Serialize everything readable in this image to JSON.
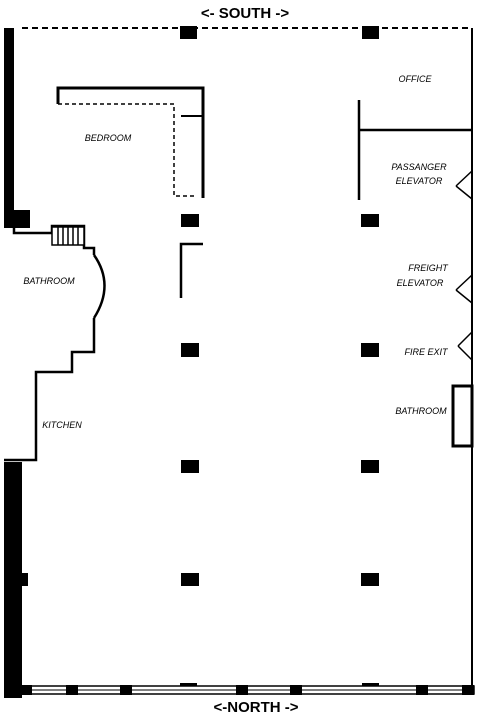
{
  "directions": {
    "south": "<- SOUTH ->",
    "north": "<-NORTH ->"
  },
  "rooms": {
    "office": "OFFICE",
    "bedroom": "BEDROOM",
    "passenger_elevator_line1": "PASSANGER",
    "passenger_elevator_line2": "ELEVATOR",
    "bathroom_west": "BATHROOM",
    "freight_elevator_line1": "FREIGHT",
    "freight_elevator_line2": "ELEVATOR",
    "fire_exit": "FIRE EXIT",
    "bathroom_east": "BATHROOM",
    "kitchen": "KITCHEN"
  },
  "colors": {
    "ink": "#000000",
    "paper": "#ffffff"
  }
}
